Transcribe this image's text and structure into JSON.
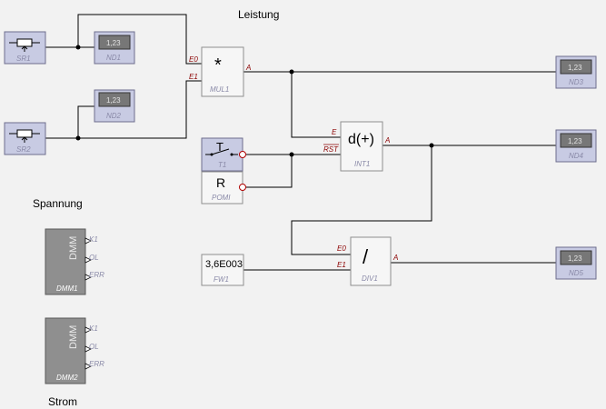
{
  "labels": {
    "leistung": "Leistung",
    "spannung": "Spannung",
    "strom": "Strom"
  },
  "blocks": {
    "sr1": "SR1",
    "sr2": "SR2",
    "nd1": "ND1",
    "nd2": "ND2",
    "nd3": "ND3",
    "nd4": "ND4",
    "nd5": "ND5",
    "mul1": "MUL1",
    "int1": "INT1",
    "div1": "DIV1",
    "t1": "T1",
    "pom": "POMI",
    "fw1": "FW1",
    "dmm1": "DMM1",
    "dmm2": "DMM2"
  },
  "display_value": "1,23",
  "mul_symbol": "*",
  "int_symbol": "d(+)",
  "div_symbol": "/",
  "pom_symbol": "R",
  "switch_symbol": "T",
  "fw1_value": "3,6E003",
  "dmm_text": "DMM",
  "pins": {
    "e0": "E0",
    "e1": "E1",
    "a": "A",
    "e": "E",
    "rst": "RST",
    "k1": "K1",
    "ol": "OL",
    "err": "ERR"
  }
}
